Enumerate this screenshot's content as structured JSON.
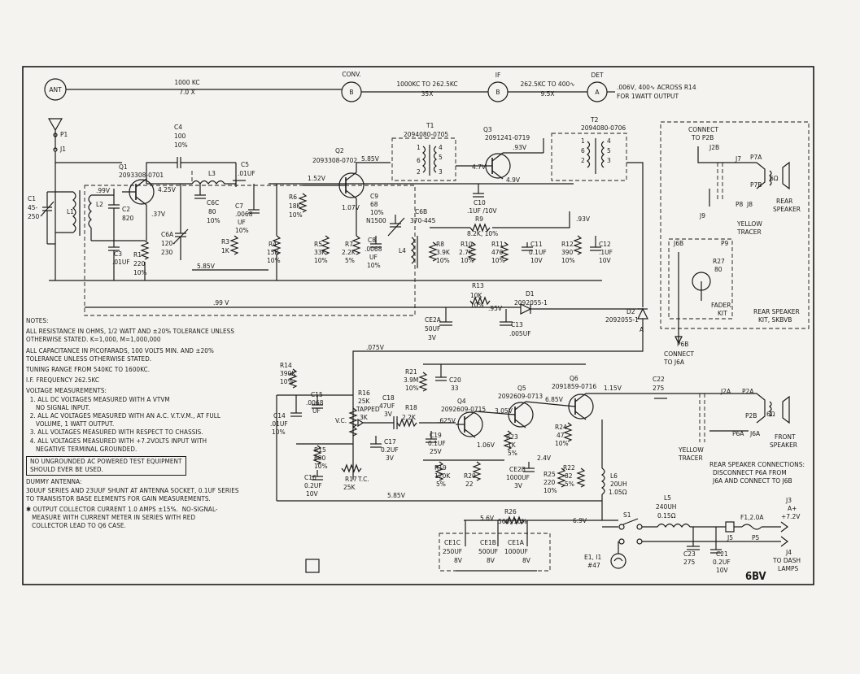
{
  "header": {
    "ant": "ANT",
    "conv": "CONV.",
    "conv_b": "B",
    "if": "IF",
    "if_b": "B",
    "det": "DET",
    "det_a": "A",
    "seg1_top": "1000 KC",
    "seg1_bot": "7.0 X",
    "seg2_top": "1000KC TO 262.5KC",
    "seg2_bot": "35X",
    "seg3_top": "262.5KC TO 400∿",
    "seg3_bot": "9.5X",
    "seg4_top": ".006V, 400∿ ACROSS R14",
    "seg4_bot": "FOR 1WATT OUTPUT"
  },
  "parts": {
    "p1": "P1",
    "j1": "J1",
    "c1": [
      "C1",
      "45-",
      "250"
    ],
    "l1": "L1",
    "v099": ".99V",
    "l2": "L2",
    "c2": [
      "C2",
      "820"
    ],
    "c3": [
      "C3",
      ".01UF"
    ],
    "r1": [
      "R1",
      "220",
      "10%"
    ],
    "q1": [
      "Q1",
      "2093308-0701"
    ],
    "c4": [
      "C4",
      "100",
      "10%"
    ],
    "v425": "4.25V",
    "v37": ".37V",
    "l3": "L3",
    "c5": [
      "C5",
      ".01UF"
    ],
    "c6a": [
      "C6A",
      "120-",
      "230"
    ],
    "c6c": [
      "C6C",
      "80",
      "10%"
    ],
    "r3": [
      "R3",
      "1K"
    ],
    "c7": [
      "C7",
      ".0068",
      "UF",
      "10%"
    ],
    "v585a": "5.85V",
    "r4": [
      "R4",
      "15K",
      "10%"
    ],
    "r6": [
      "R6",
      "18K",
      "10%"
    ],
    "v152": "1.52V",
    "q2": [
      "Q2",
      "2093308-0702"
    ],
    "v585b": "5.85V",
    "v107": "1.07V",
    "c9": [
      "C9",
      "68",
      "10%",
      "N1500"
    ],
    "r5": [
      "R5",
      "33K",
      "10%"
    ],
    "r7": [
      "R7",
      "2.2K",
      "5%"
    ],
    "c8": [
      "C8",
      ".0068",
      "UF",
      "10%"
    ],
    "c6b": [
      "C6B",
      "370-445"
    ],
    "l4": "L4",
    "t1": [
      "T1",
      "2094080-0705"
    ],
    "q3": [
      "Q3",
      "2091241-0719"
    ],
    "v93a": ".93V",
    "v47": "4.7V",
    "v49": "4.9V",
    "c10": [
      "C10",
      ".1UF /10V"
    ],
    "r9": [
      "R9",
      "8.2K, 10%"
    ],
    "r8": [
      "R8",
      "3.9K",
      "10%"
    ],
    "r10": [
      "R10",
      "2.7K",
      "10%"
    ],
    "r11": [
      "R11",
      "470",
      "10%"
    ],
    "c11": [
      "C11",
      "0.1UF",
      "10V"
    ],
    "t2": [
      "T2",
      "2094080-0706"
    ],
    "v93b": ".93V",
    "r12": [
      "R12",
      "390",
      "10%"
    ],
    "c12": [
      "C12",
      ".1UF",
      "10V"
    ],
    "v099b": ".99 V",
    "r13": [
      "R13",
      "10K",
      "10%"
    ],
    "v95": ".95V",
    "d1": [
      "D1",
      "2092055-1"
    ],
    "ce2a": [
      "CE2A",
      "50UF",
      "3V"
    ],
    "c13": [
      "C13",
      ".005UF"
    ],
    "d2": [
      "D2",
      "2092055-1"
    ],
    "d2_a": "A",
    "v075": ".075V",
    "r14": [
      "R14",
      "390K",
      "10%"
    ],
    "c14": [
      "C14",
      ".01UF",
      "10%"
    ],
    "c15": [
      "C15",
      ".0068",
      "UF"
    ],
    "vc": "V.C.",
    "r16": [
      "R16",
      "25K",
      "TAPPED",
      "3K"
    ],
    "c18": [
      "C18",
      "47UF",
      "3V"
    ],
    "r18": [
      "R18",
      "2.2K"
    ],
    "c17": [
      "C17",
      "0.2UF",
      "3V"
    ],
    "r15": [
      "R15",
      "680",
      "10%"
    ],
    "c16": [
      "C16",
      "0.2UF",
      "10V"
    ],
    "r17": [
      "R17",
      "T.C.",
      "25K"
    ],
    "r21": [
      "R21",
      "3.9M",
      "10%"
    ],
    "c20": [
      "C20",
      "33"
    ],
    "q4": [
      "Q4",
      "2092609-0715"
    ],
    "v625": ".625V",
    "c19": [
      "C19",
      "0.1UF",
      "25V"
    ],
    "v106": "1.06V",
    "r19": [
      "R19",
      "120K",
      "5%"
    ],
    "r20": [
      "R20",
      "22"
    ],
    "q5": [
      "Q5",
      "2092609-0713"
    ],
    "v305": "3.05V",
    "r23": [
      "R23",
      "1K",
      "5%"
    ],
    "ce2b": [
      "CE2B",
      "1000UF",
      "3V"
    ],
    "q6": [
      "Q6",
      "2091859-0716"
    ],
    "v685": "6.85V",
    "v115": "1.15V",
    "r24": [
      "R24",
      "47",
      "10%"
    ],
    "v24": "2.4V",
    "r25": [
      "R25",
      "220",
      "10%"
    ],
    "r22": [
      "R22",
      "82",
      "5%"
    ],
    "l6": [
      "L6",
      "20UH",
      "1.05Ω"
    ],
    "v585c": "5.85V",
    "v56": "5.6V",
    "r26": [
      "R26",
      "560, 10%"
    ],
    "v69": "6.9V",
    "ce1c": [
      "CE1C",
      "250UF",
      "8V"
    ],
    "ce1b": [
      "CE1B",
      "500UF",
      "8V"
    ],
    "ce1a": [
      "CE1A",
      "1000UF",
      "8V"
    ],
    "e1": [
      "E1, I1",
      "#47"
    ],
    "s1": "S1",
    "l5": [
      "L5",
      "240UH",
      "0.15Ω"
    ],
    "c23": [
      "C23",
      "275"
    ],
    "c21": [
      "C21",
      "0.2UF",
      "10V"
    ],
    "f1": "F1,2.0A",
    "j5": "J5",
    "p5": "P5",
    "j3": [
      "J3",
      "A+",
      "+7.2V"
    ],
    "j4": [
      "J4",
      "TO DASH",
      "LAMPS"
    ],
    "c22": [
      "C22",
      "275"
    ]
  },
  "rear_kit": {
    "connect": [
      "CONNECT",
      "TO P2B"
    ],
    "j2b": "J2B",
    "j7": "J7",
    "p7a": "P7A",
    "p7b": "P7B",
    "p8": "P8",
    "j8": "J8",
    "j9": "J9",
    "six_ohm": "6Ω",
    "rear_speaker": [
      "REAR",
      "SPEAKER"
    ],
    "yellow_tracer": [
      "YELLOW",
      "TRACER"
    ],
    "j6b": "J6B",
    "p9": "P9",
    "r27": [
      "R27",
      "80"
    ],
    "fader": [
      "FADER",
      "KIT"
    ],
    "kit_title": [
      "REAR SPEAKER",
      "KIT, SKBVB"
    ],
    "p6b": "P6B",
    "connect_j6a": [
      "CONNECT",
      "TO J6A"
    ]
  },
  "front_out": {
    "j2a": "J2A",
    "p2a": "P2A",
    "p2b": "P2B",
    "six_ohm": "6Ω",
    "front_speaker": [
      "FRONT",
      "SPEAKER"
    ],
    "p6a": "P6A",
    "j6a": "J6A",
    "yellow_tracer": [
      "YELLOW",
      "TRACER"
    ],
    "connections": [
      "REAR SPEAKER CONNECTIONS:",
      "DISCONNECT P6A FROM",
      "J6A AND CONNECT TO J6B"
    ]
  },
  "notes": {
    "heading": "NOTES:",
    "n1": "ALL RESISTANCE IN OHMS, 1/2 WATT AND ±20% TOLERANCE UNLESS\nOTHERWISE STATED. K=1,000, M=1,000,000",
    "n2": "ALL CAPACITANCE IN PICOFARADS, 100 VOLTS MIN. AND ±20%\nTOLERANCE UNLESS OTHERWISE STATED.",
    "n3": "TUNING RANGE FROM 540KC TO 1600KC.",
    "n4": "I.F. FREQUENCY 262.5KC",
    "n5": "VOLTAGE MEASUREMENTS:\n  1. ALL DC VOLTAGES MEASURED WITH A VTVM\n     NO SIGNAL INPUT.\n  2. ALL AC VOLTAGES MEASURED WITH AN A.C. V.T.V.M., AT FULL\n     VOLUME, 1 WATT OUTPUT.\n  3. ALL VOLTAGES MEASURED WITH RESPECT TO CHASSIS.\n  4. ALL VOLTAGES MEASURED WITH +7.2VOLTS INPUT WITH\n     NEGATIVE TERMINAL GROUNDED.",
    "box": "NO UNGROUNDED AC POWERED TEST EQUIPMENT\nSHOULD EVER BE USED.",
    "n6": "DUMMY ANTENNA:\n30UUF SERIES AND 23UUF SHUNT AT ANTENNA SOCKET, 0.1UF SERIES\nTO TRANSISTOR BASE ELEMENTS FOR GAIN MEASUREMENTS.",
    "n7": "✱ OUTPUT COLLECTOR CURRENT 1.0 AMPS ±15%.  NO-SIGNAL-\n   MEASURE WITH CURRENT METER IN SERIES WITH RED\n   COLLECTOR LEAD TO Q6 CASE."
  },
  "corner_code": "6BV"
}
